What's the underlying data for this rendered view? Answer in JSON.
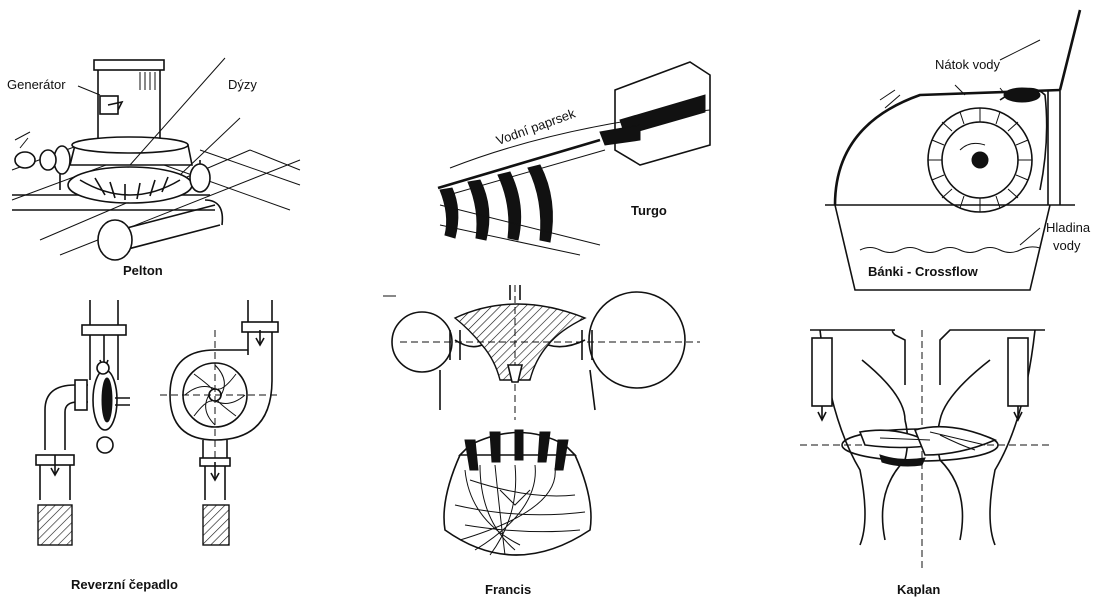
{
  "labels": {
    "pelton": "Pelton",
    "generator": "Generátor",
    "nozzles": "Dýzy",
    "turgo": "Turgo",
    "water_jet": "Vodní paprsek",
    "banki": "Bánki - Crossflow",
    "water_inflow": "Nátok vody",
    "water_level_1": "Hladina",
    "water_level_2": "vody",
    "reverse_pump": "Reverzní čepadlo",
    "francis": "Francis",
    "kaplan": "Kaplan"
  }
}
